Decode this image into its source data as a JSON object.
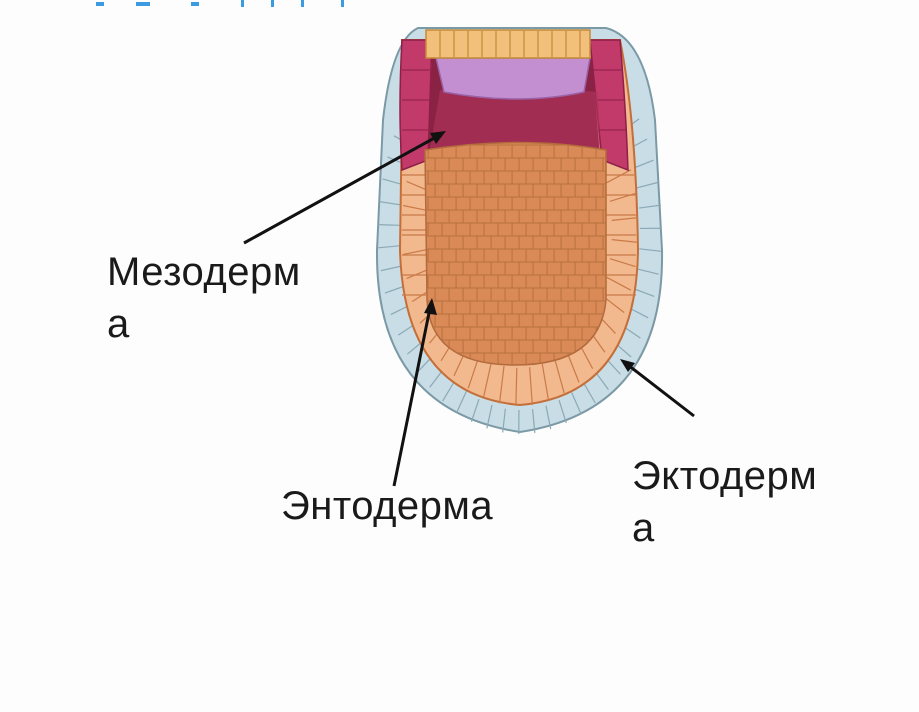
{
  "labels": {
    "mesoderm": [
      "Мезодерм",
      "а"
    ],
    "endoderm": [
      "Энтодерма"
    ],
    "ectoderm": [
      "Эктодерм",
      "а"
    ]
  },
  "colors": {
    "ectoderm_fill": "#c9dde6",
    "ectoderm_stroke": "#7b9aa6",
    "endoderm_fill": "#f2b98e",
    "endoderm_stroke": "#c46f3a",
    "mesoderm_fill": "#c23a6a",
    "archenteron_fill": "#8a2244",
    "yolk_fill": "#d98a57",
    "yolk_cell_stroke": "#b36a3c",
    "blastopore_fill": "#c48fd0",
    "top_band_fill": "#f2c07a",
    "arrow": "#111111",
    "title_fragment": "#3b9be0"
  }
}
